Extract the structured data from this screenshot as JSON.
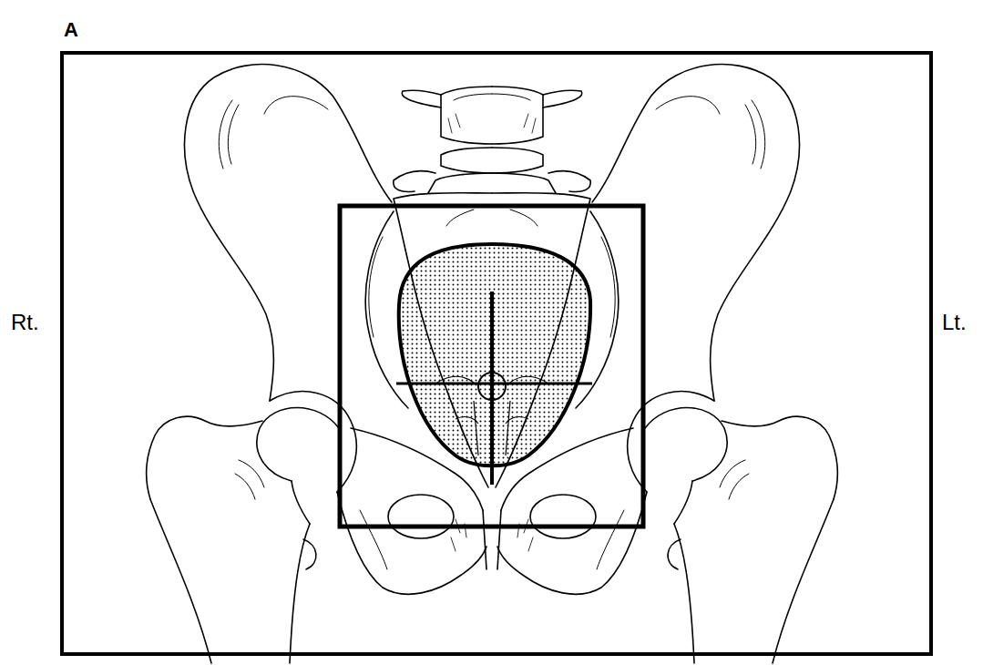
{
  "diagram": {
    "labels": [
      "A",
      "Rt.",
      "Lt."
    ]
  }
}
